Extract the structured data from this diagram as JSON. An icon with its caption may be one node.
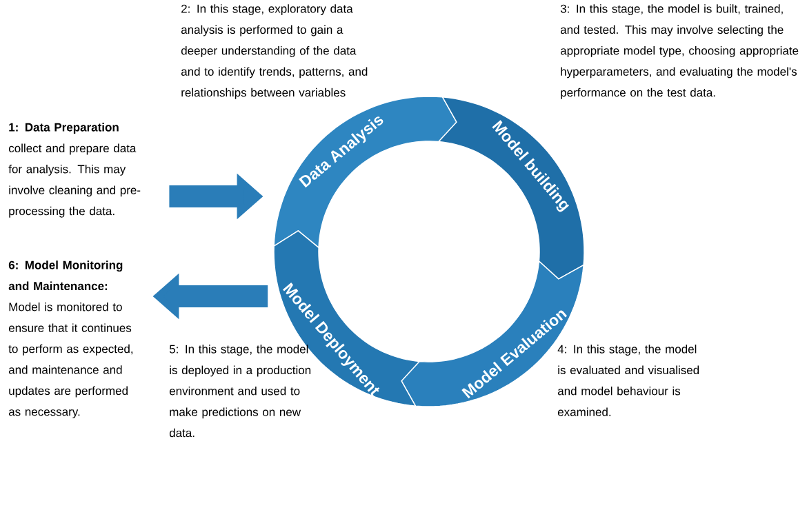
{
  "diagram": {
    "nodes": [
      {
        "text": [
          "1: Data Preparation",
          "collect and prepare data for analysis. This may involve cleaning and pre-processing the data."
        ]
      },
      {
        "text": [
          "Data Analysis"
        ],
        "beside": [
          "2: In this stage, exploratory data analysis is performed to gain a deeper understanding of the data and to identify trends, patterns, and relationships between variables"
        ]
      },
      {
        "text": [
          "Model building"
        ],
        "beside": [
          "3: In this stage, the model is built, trained, and tested. This may involve selecting the appropriate model type, choosing appropriate hyperparameters, and evaluating the model's performance on the test data."
        ]
      },
      {
        "text": [
          "Model Evaluation"
        ],
        "beside": [
          "4: In this stage, the model is evaluated and visualised and model behaviour is examined."
        ]
      },
      {
        "text": [
          "Model Deployment"
        ],
        "beside": [
          "5: In this stage, the model is deployed in a production environment and used to make predictions on new data."
        ]
      },
      {
        "text": [
          "6: Model Monitoring and Maintenance:",
          "Model is monitored to ensure that it continues to perform as expected, and maintenance and updates are performed as necessary."
        ]
      }
    ],
    "edges": [
      {
        "from": 0,
        "to": 1,
        "arrow": "to"
      },
      {
        "from": 4,
        "to": 5,
        "arrow": "to"
      }
    ]
  }
}
